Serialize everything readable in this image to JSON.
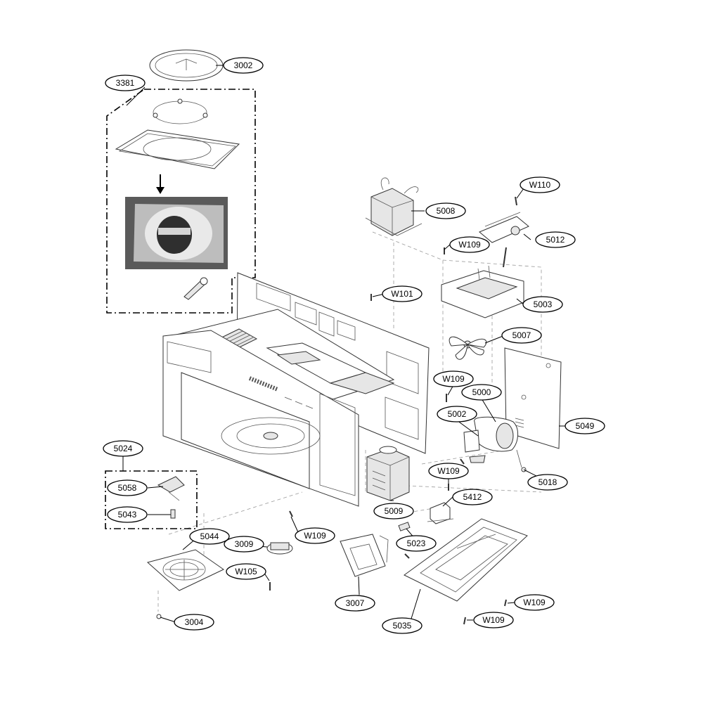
{
  "callouts": {
    "p3002": "3002",
    "p3381": "3381",
    "p5008": "5008",
    "pW110": "W110",
    "pW109a": "W109",
    "p5012": "5012",
    "pW101": "W101",
    "p5003": "5003",
    "p5007": "5007",
    "pW109b": "W109",
    "p5000": "5000",
    "p5002": "5002",
    "p5049": "5049",
    "p5024": "5024",
    "p5058": "5058",
    "p5043": "5043",
    "pW109c": "W109",
    "p5018": "5018",
    "p5009": "5009",
    "p5412": "5412",
    "pW109d": "W109",
    "p5023": "5023",
    "p5044": "5044",
    "p3009": "3009",
    "pW105": "W105",
    "p3007": "3007",
    "pW109e": "W109",
    "pW109f": "W109",
    "p5035": "5035",
    "p3004": "3004"
  },
  "icons": {
    "turntable_photo": "turntable-cavity-photo-icon",
    "arrow": "arrow-down-icon"
  }
}
